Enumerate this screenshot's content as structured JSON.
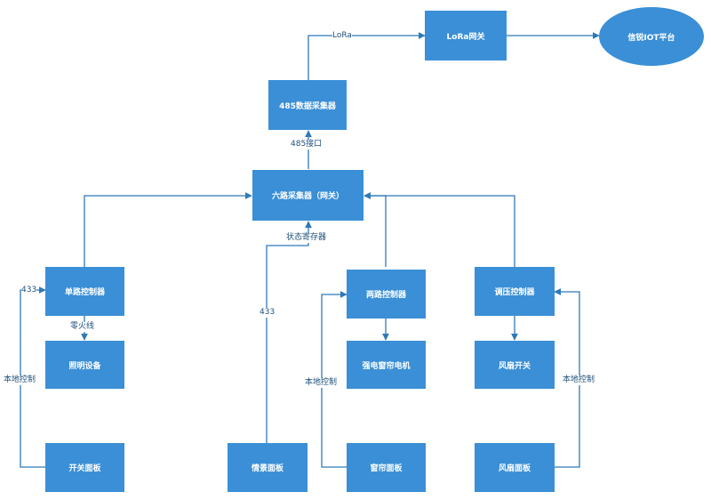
{
  "nodes": {
    "platform": "信锐IOT平台",
    "lora_gateway": "LoRa网关",
    "collector485": "485数据采集器",
    "six_way": "六路采集器（网关）",
    "single_ctrl": "单路控制器",
    "lighting": "照明设备",
    "switch_panel": "开关面板",
    "scene_panel": "情景面板",
    "two_way_ctrl": "两路控制器",
    "curtain_motor": "强电窗帘电机",
    "curtain_panel": "窗帘面板",
    "dimmer_ctrl": "调压控制器",
    "fan_switch": "风扇开关",
    "fan_panel": "风扇面板"
  },
  "edge_labels": {
    "lora": "LoRa",
    "port485": "485接口",
    "status_reg": "状态寄存器",
    "r433_left": "433",
    "r433_scene": "433",
    "live_neutral": "零火线",
    "local_left": "本地控制",
    "local_mid": "本地控制",
    "local_right": "本地控制"
  },
  "colors": {
    "node": "#3a8fd6",
    "line": "#2f79b8"
  }
}
